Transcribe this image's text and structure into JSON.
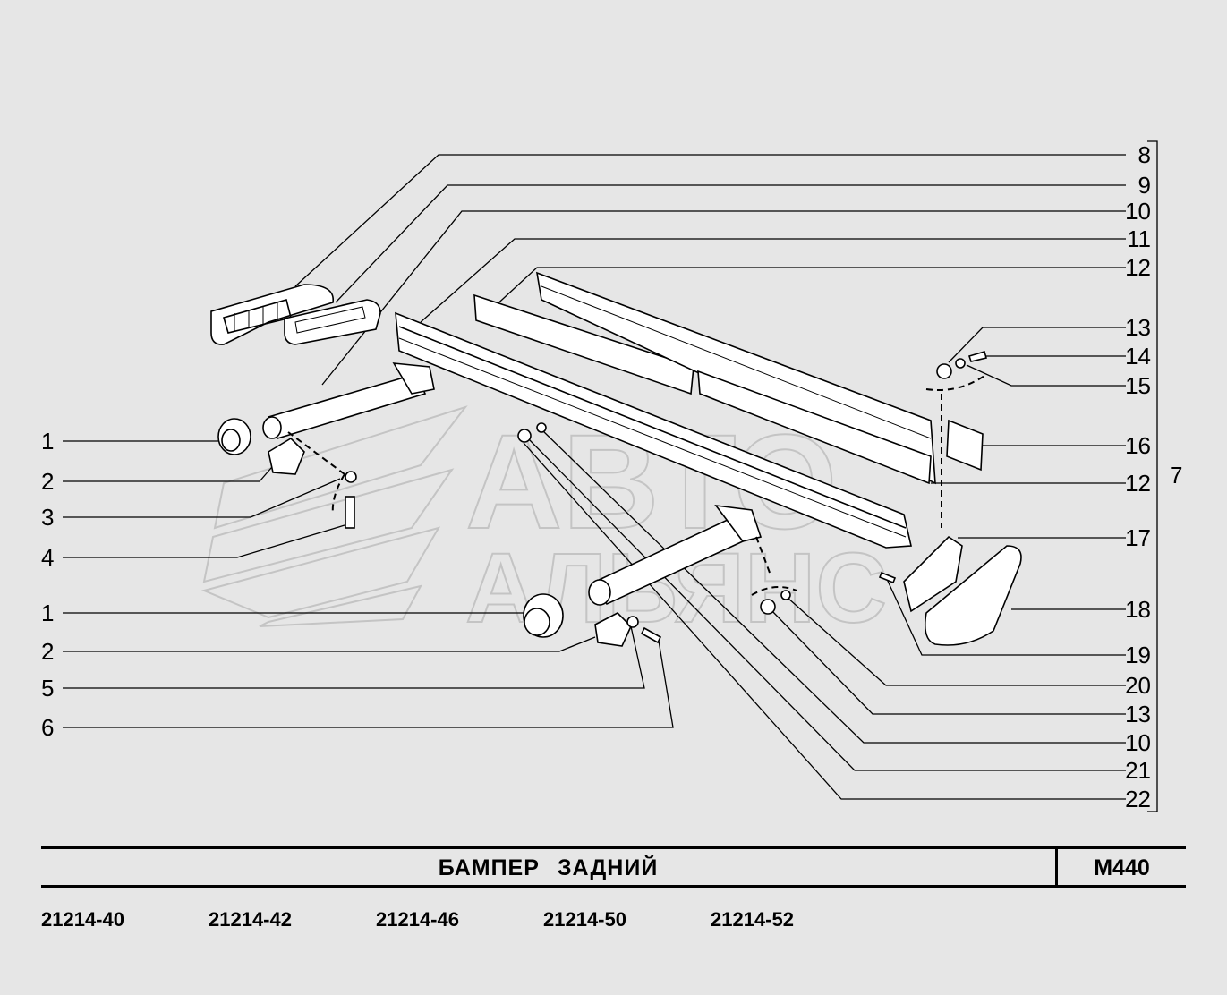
{
  "title": "БАМПЕР   ЗАДНИЙ",
  "code": "M440",
  "models": [
    "21214-40",
    "21214-42",
    "21214-46",
    "21214-50",
    "21214-52"
  ],
  "watermark": {
    "line1": "АВТО",
    "line2": "АЛЬЯНС"
  },
  "callouts": {
    "left": [
      "1",
      "2",
      "3",
      "4",
      "1",
      "2",
      "5",
      "6"
    ],
    "right": [
      "8",
      "9",
      "10",
      "11",
      "12",
      "13",
      "14",
      "15",
      "16",
      "12",
      "17",
      "18",
      "19",
      "20",
      "13",
      "10",
      "21",
      "22"
    ],
    "group": "7"
  },
  "colors": {
    "background": "#e6e6e6",
    "line": "#000000",
    "part_fill": "#ffffff",
    "watermark": "#c4c4c4"
  }
}
